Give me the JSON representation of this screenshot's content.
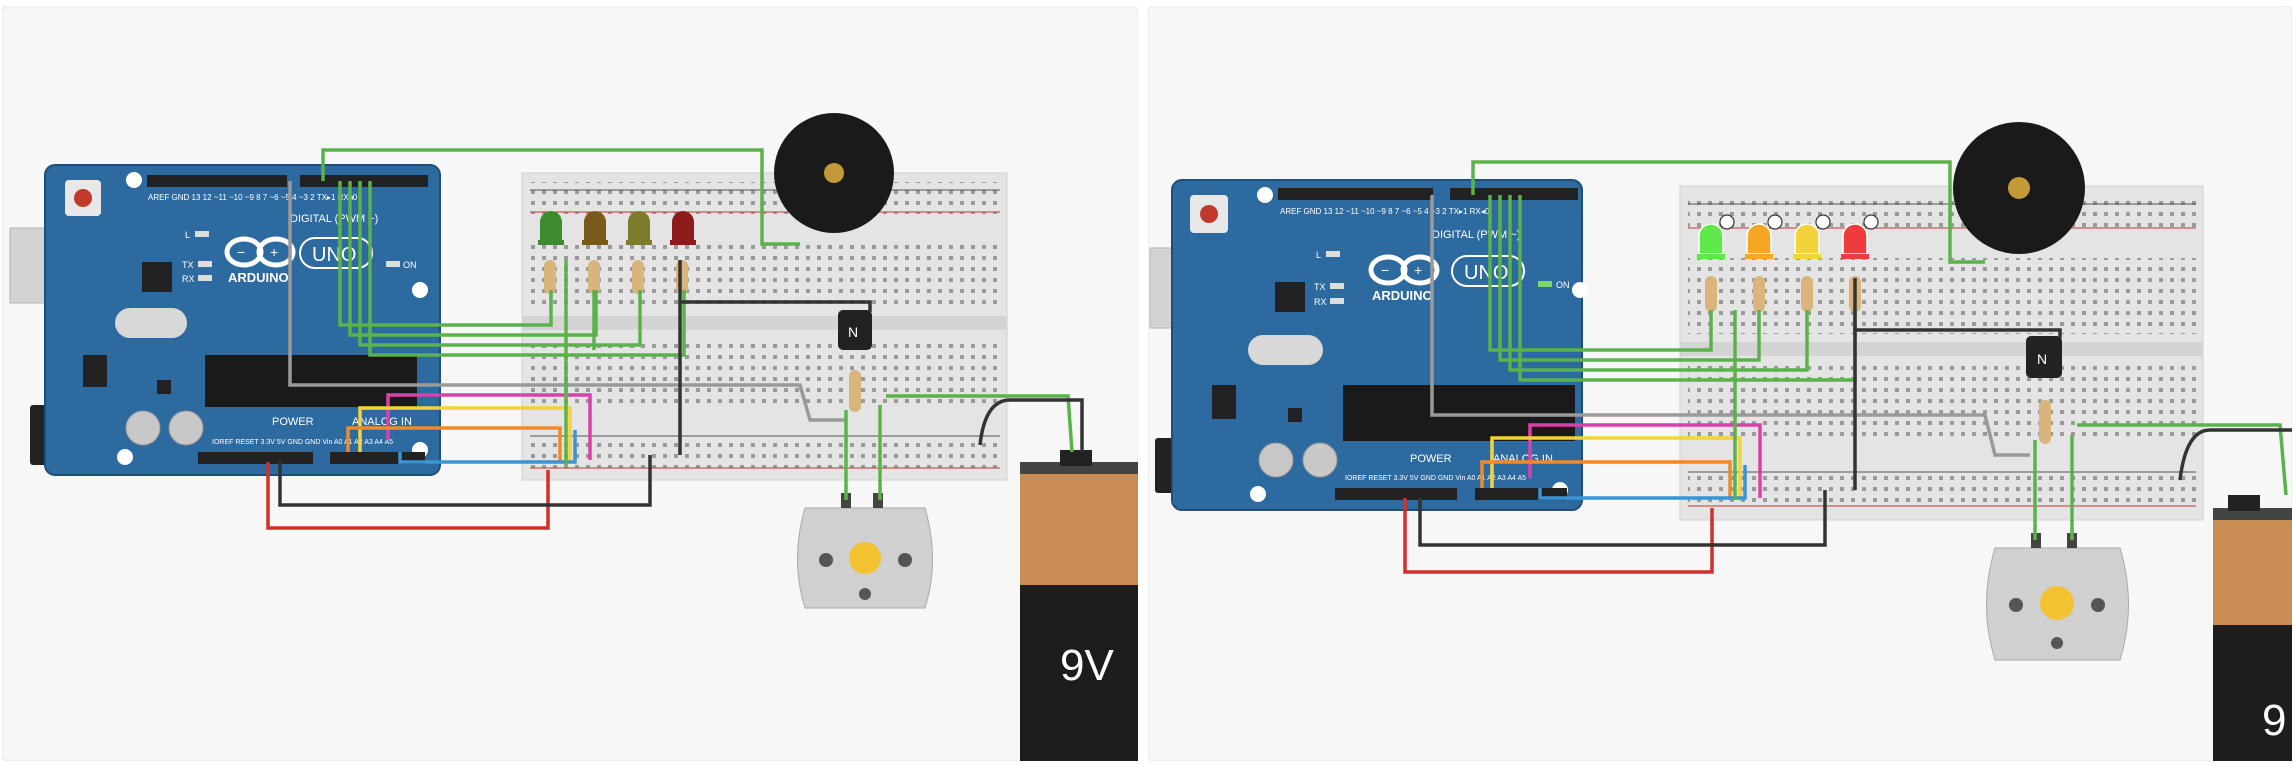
{
  "panels": [
    {
      "arduino": {
        "brand": "ARDUINO",
        "model": "UNO",
        "digital_label": "DIGITAL (PWM ~)",
        "analog_label": "ANALOG IN",
        "power_label": "POWER",
        "on_label": "ON",
        "l_label": "L",
        "tx_label": "TX",
        "rx_label": "RX",
        "top_pins": "AREF GND 13 12 ~11 ~10 ~9 8   7 ~6 ~5 4 ~3 2 TX▸1 RX◂0",
        "bottom_pins": "IOREF RESET 3.3V 5V GND GND Vin   A0 A1 A2 A3 A4 A5"
      },
      "leds": [
        {
          "color": "#3d8b2f",
          "lit": false
        },
        {
          "color": "#7a5a1a",
          "lit": false
        },
        {
          "color": "#7d7a2a",
          "lit": false
        },
        {
          "color": "#8e1b1b",
          "lit": false
        }
      ],
      "transistor_label": "N",
      "battery_label": "9V"
    },
    {
      "arduino": {
        "brand": "ARDUINO",
        "model": "UNO",
        "digital_label": "DIGITAL (PWM ~)",
        "analog_label": "ANALOG IN",
        "power_label": "POWER",
        "on_label": "ON",
        "l_label": "L",
        "tx_label": "TX",
        "rx_label": "RX",
        "top_pins": "AREF GND 13 12 ~11 ~10 ~9 8   7 ~6 ~5 4 ~3 2 TX▸1 RX◂0",
        "bottom_pins": "IOREF RESET 3.3V 5V GND GND Vin   A0 A1 A2 A3 A4 A5"
      },
      "leds": [
        {
          "color": "#5ee84a",
          "lit": true
        },
        {
          "color": "#f5a623",
          "lit": true
        },
        {
          "color": "#f3d23a",
          "lit": true
        },
        {
          "color": "#ef3b3b",
          "lit": true
        }
      ],
      "transistor_label": "N",
      "battery_label": "9"
    }
  ]
}
